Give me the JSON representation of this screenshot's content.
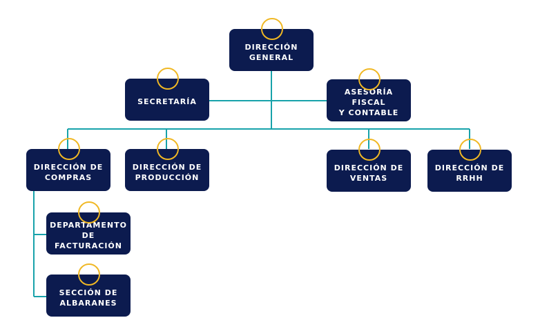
{
  "colors": {
    "node_fill": "#0c1b4f",
    "node_text": "#ffffff",
    "connector": "#17a2aa",
    "ring": "#f0b824"
  },
  "org_chart": {
    "direccion_general": "DIRECCIÓN\nGENERAL",
    "secretaria": "SECRETARÍA",
    "asesoria": "ASESORÍA FISCAL\nY CONTABLE",
    "compras": "DIRECCIÓN DE\nCOMPRAS",
    "produccion": "DIRECCIÓN DE\nPRODUCCIÓN",
    "ventas": "DIRECCIÓN DE\nVENTAS",
    "rrhh": "DIRECCIÓN DE\nRRHH",
    "facturacion": "DEPARTAMENTO\nDE FACTURACIÓN",
    "albaranes": "SECCIÓN DE\nALBARANES"
  }
}
